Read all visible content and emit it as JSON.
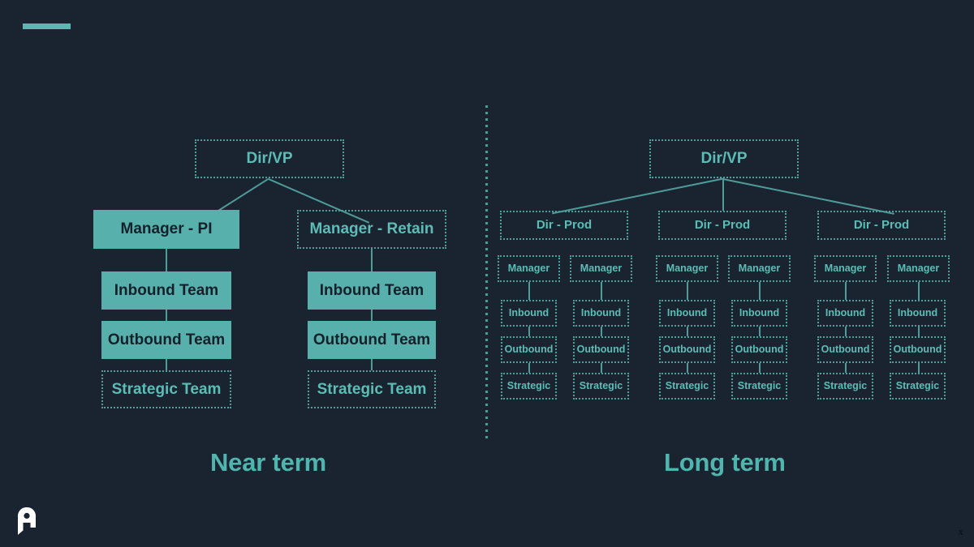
{
  "slide": {
    "background_color": "#1a2430",
    "accent_color": "#5cb5b0",
    "node_fill_color": "#58b0ac",
    "node_text_dark": "#16202b",
    "node_text_teal": "#5cbdb6",
    "connector_color": "#4f9b98",
    "corner_mark": "x"
  },
  "near_term": {
    "caption": "Near term",
    "root": {
      "label": "Dir/VP",
      "style": "dotted"
    },
    "branches": [
      {
        "head": {
          "label": "Manager - PI",
          "style": "filled"
        },
        "reports": [
          {
            "label": "Inbound Team",
            "style": "filled"
          },
          {
            "label": "Outbound Team",
            "style": "filled"
          },
          {
            "label": "Strategic Team",
            "style": "dotted"
          }
        ]
      },
      {
        "head": {
          "label": "Manager - Retain",
          "style": "dotted"
        },
        "reports": [
          {
            "label": "Inbound Team",
            "style": "filled"
          },
          {
            "label": "Outbound Team",
            "style": "filled"
          },
          {
            "label": "Strategic Team",
            "style": "dotted"
          }
        ]
      }
    ]
  },
  "long_term": {
    "caption": "Long term",
    "root": {
      "label": "Dir/VP",
      "style": "dotted"
    },
    "directors": [
      {
        "label": "Dir - Prod",
        "style": "dotted",
        "managers": [
          {
            "label": "Manager",
            "style": "dotted",
            "reports": [
              {
                "label": "Inbound",
                "style": "dotted"
              },
              {
                "label": "Outbound",
                "style": "dotted"
              },
              {
                "label": "Strategic",
                "style": "dotted"
              }
            ]
          },
          {
            "label": "Manager",
            "style": "dotted",
            "reports": [
              {
                "label": "Inbound",
                "style": "dotted"
              },
              {
                "label": "Outbound",
                "style": "dotted"
              },
              {
                "label": "Strategic",
                "style": "dotted"
              }
            ]
          }
        ]
      },
      {
        "label": "Dir - Prod",
        "style": "dotted",
        "managers": [
          {
            "label": "Manager",
            "style": "dotted",
            "reports": [
              {
                "label": "Inbound",
                "style": "dotted"
              },
              {
                "label": "Outbound",
                "style": "dotted"
              },
              {
                "label": "Strategic",
                "style": "dotted"
              }
            ]
          },
          {
            "label": "Manager",
            "style": "dotted",
            "reports": [
              {
                "label": "Inbound",
                "style": "dotted"
              },
              {
                "label": "Outbound",
                "style": "dotted"
              },
              {
                "label": "Strategic",
                "style": "dotted"
              }
            ]
          }
        ]
      },
      {
        "label": "Dir - Prod",
        "style": "dotted",
        "managers": [
          {
            "label": "Manager",
            "style": "dotted",
            "reports": [
              {
                "label": "Inbound",
                "style": "dotted"
              },
              {
                "label": "Outbound",
                "style": "dotted"
              },
              {
                "label": "Strategic",
                "style": "dotted"
              }
            ]
          },
          {
            "label": "Manager",
            "style": "dotted",
            "reports": [
              {
                "label": "Inbound",
                "style": "dotted"
              },
              {
                "label": "Outbound",
                "style": "dotted"
              },
              {
                "label": "Strategic",
                "style": "dotted"
              }
            ]
          }
        ]
      }
    ]
  }
}
